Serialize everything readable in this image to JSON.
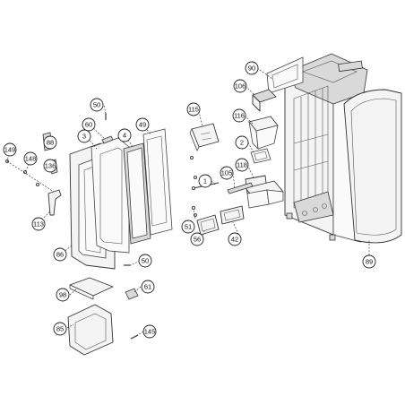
{
  "callouts": {
    "c90": "90",
    "c106": "106",
    "c115": "115",
    "c116": "116",
    "c2": "2",
    "c118": "118",
    "c105": "105",
    "c1": "1",
    "c51": "51",
    "c56": "56",
    "c42": "42",
    "c89": "89",
    "c50a": "50",
    "c60": "60",
    "c3": "3",
    "c4": "4",
    "c49": "49",
    "c88": "88",
    "c149": "149",
    "c148": "148",
    "c136": "136",
    "c113": "113",
    "c86": "86",
    "c50b": "50",
    "c61": "61",
    "c98": "98",
    "c85": "85",
    "c145": "145"
  }
}
